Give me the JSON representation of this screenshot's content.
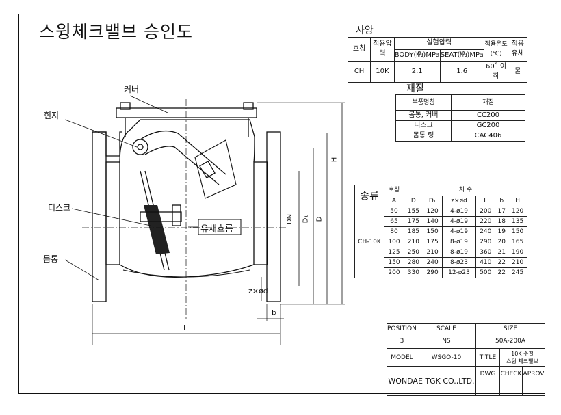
{
  "title": "스윙체크밸브 승인도",
  "spec": {
    "section": "사양",
    "h_size": "호칭",
    "h_pressure": "적용압력",
    "h_test": "실험압력",
    "h_body": "BODY(㎫)MPa",
    "h_seat": "SEAT(㎫)MPa",
    "h_temp": "적용온도(℃)",
    "h_fluid": "적용유체",
    "v_size": "CH",
    "v_pressure": "10K",
    "v_body": "2.1",
    "v_seat": "1.6",
    "v_temp": "60˚ 이하",
    "v_fluid": "물"
  },
  "material": {
    "section": "재질",
    "h_part": "부품명칭",
    "h_mat": "재질",
    "rows": [
      {
        "part": "몸통, 커버",
        "mat": "CC200"
      },
      {
        "part": "디스크",
        "mat": "GC200"
      },
      {
        "part": "몸통 링",
        "mat": "CAC406"
      }
    ]
  },
  "dims": {
    "type_label": "종류",
    "h_size": "호칭",
    "h_size_sub": "A",
    "h_dims": "치 수",
    "cols": [
      "D",
      "D₁",
      "z×ød",
      "L",
      "b",
      "H"
    ],
    "type_value": "CH-10K",
    "rows": [
      [
        "50",
        "155",
        "120",
        "4-ø19",
        "200",
        "17",
        "120"
      ],
      [
        "65",
        "175",
        "140",
        "4-ø19",
        "220",
        "18",
        "135"
      ],
      [
        "80",
        "185",
        "150",
        "4-ø19",
        "240",
        "19",
        "150"
      ],
      [
        "100",
        "210",
        "175",
        "8-ø19",
        "290",
        "20",
        "165"
      ],
      [
        "125",
        "250",
        "210",
        "8-ø19",
        "360",
        "21",
        "190"
      ],
      [
        "150",
        "280",
        "240",
        "8-ø23",
        "410",
        "22",
        "210"
      ],
      [
        "200",
        "330",
        "290",
        "12-ø23",
        "500",
        "22",
        "245"
      ]
    ]
  },
  "drawing": {
    "cover": "커버",
    "hinge": "힌지",
    "disc": "디스크",
    "body": "몸통",
    "flow": "유체흐름",
    "dim_L": "L",
    "dim_H": "H",
    "dim_DN": "DN",
    "dim_D1": "D₁",
    "dim_D": "D",
    "dim_zd": "z×ød",
    "dim_b": "b"
  },
  "titleblock": {
    "h_position": "POSITION",
    "h_scale": "SCALE",
    "h_size": "SIZE",
    "position": "3",
    "scale": "NS",
    "size": "50A-200A",
    "h_model": "MODEL",
    "model": "WSGO-10",
    "h_title": "TITLE",
    "title1": "10K 주철",
    "title2": "스윙 체크밸브",
    "company": "WONDAE TGK CO.,LTD.",
    "dwg": "DWG",
    "check": "CHECK",
    "aprov": "APROV"
  }
}
